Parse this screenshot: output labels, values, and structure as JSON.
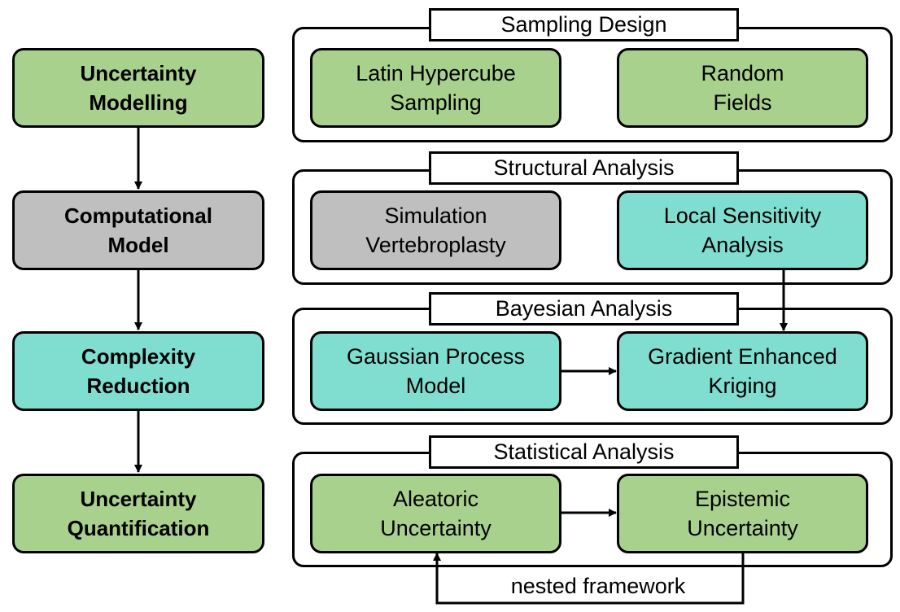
{
  "left_column": {
    "uncertainty_modelling": "Uncertainty\nModelling",
    "computational_model": "Computational\nModel",
    "complexity_reduction": "Complexity\nReduction",
    "uncertainty_quantification": "Uncertainty\nQuantification"
  },
  "groups": {
    "sampling_design": {
      "title": "Sampling Design",
      "left": "Latin Hypercube\nSampling",
      "right": "Random\nFields"
    },
    "structural_analysis": {
      "title": "Structural Analysis",
      "left": "Simulation\nVertebroplasty",
      "right": "Local Sensitivity\nAnalysis"
    },
    "bayesian_analysis": {
      "title": "Bayesian Analysis",
      "left": "Gaussian Process\nModel",
      "right": "Gradient Enhanced\nKriging"
    },
    "statistical_analysis": {
      "title": "Statistical Analysis",
      "left": "Aleatoric\nUncertainty",
      "right": "Epistemic\nUncertainty"
    }
  },
  "loop_label": "nested framework",
  "colors": {
    "green": "#a9d18e",
    "gray": "#bfbfbf",
    "teal": "#7fded0"
  }
}
